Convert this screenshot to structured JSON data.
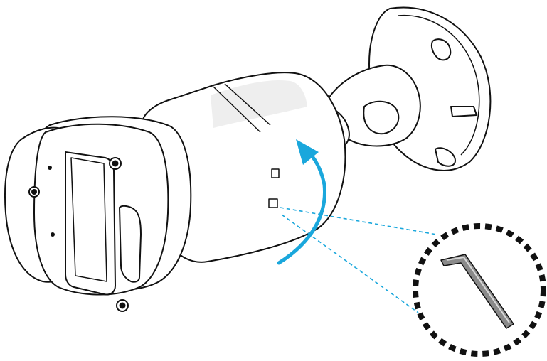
{
  "diagram": {
    "colors": {
      "line": "#111111",
      "fill": "#ffffff",
      "shade": "#e9e9e9",
      "arrow": "#1aa7dc",
      "leader": "#1aa7dc",
      "dashed_circle": "#111111",
      "hex_key": "#6e6e6e"
    },
    "parts": {
      "camera_body": "bullet-camera",
      "mount": "wall-mount-bracket",
      "tool": "hex-key",
      "motion": "rotate-arrow"
    }
  }
}
